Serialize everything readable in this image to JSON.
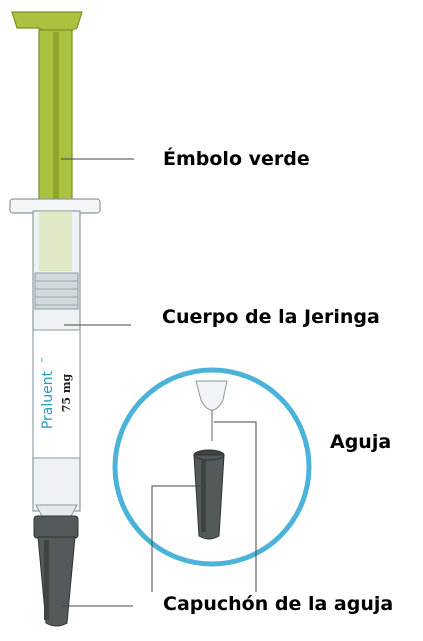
{
  "labels": {
    "plunger": "Émbolo verde",
    "body": "Cuerpo de la Jeringa",
    "needle": "Aguja",
    "cap": "Capuchón de la aguja"
  },
  "syringe": {
    "brand": "Praluent",
    "trademark": "™",
    "dose": "75 mg"
  },
  "colors": {
    "plunger": "#a9c23f",
    "plunger_dark": "#8ea52c",
    "cap": "#545a5b",
    "cap_dark": "#3e4344",
    "barrel": "#eef2f4",
    "outline": "#8a9aa2",
    "circle": "#4bb3d9",
    "brand": "#2f9bb9",
    "leader": "#444444"
  }
}
